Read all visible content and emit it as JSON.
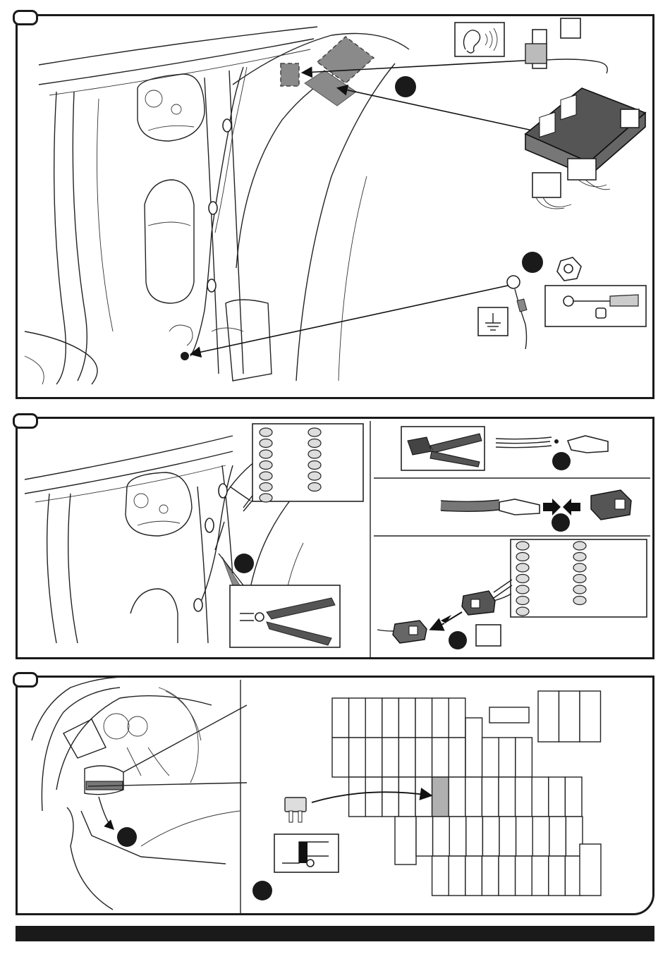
{
  "document": {
    "type": "installation-instruction-sheet",
    "steps": [
      {
        "id": "step-1",
        "number": "",
        "badges": [
          "",
          ""
        ]
      },
      {
        "id": "step-2",
        "number": "",
        "badges": [
          "",
          "",
          "",
          ""
        ]
      },
      {
        "id": "step-3",
        "number": "",
        "badges": [
          "",
          ""
        ]
      }
    ],
    "pin_tables": {
      "step2_top": {
        "left_pins": 7,
        "right_pins": 6
      },
      "step2_bottom": {
        "left_pins": 7,
        "right_pins": 6
      }
    },
    "fuse_box": {
      "highlight_color": "#b0b0b0"
    },
    "icons": [
      "ear-sound-icon",
      "ground-symbol-icon",
      "ratchet-wrench-icon",
      "crimping-pliers-icon",
      "wire-stripper-icon",
      "fuse-icon",
      "fuse-location-icon"
    ],
    "colors": {
      "ink": "#1a1a1a",
      "ghost_module": "#8a8a8a",
      "paper": "#ffffff"
    }
  }
}
